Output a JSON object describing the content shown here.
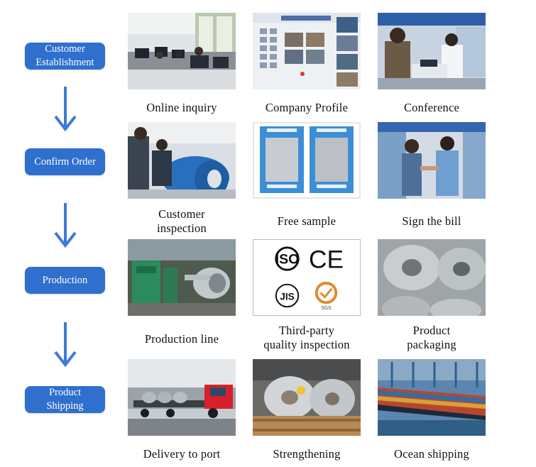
{
  "stages": [
    {
      "label": "Customer\nEstablishment"
    },
    {
      "label": "Confirm Order"
    },
    {
      "label": "Production"
    },
    {
      "label": "Product\nShipping"
    }
  ],
  "steps": [
    {
      "caption": "Online inquiry",
      "icon": "office-photo"
    },
    {
      "caption": "Company Profile",
      "icon": "exhibition-wall-photo"
    },
    {
      "caption": "Conference",
      "icon": "meeting-photo"
    },
    {
      "caption": "Customer\ninspection",
      "icon": "coil-inspection-photo"
    },
    {
      "caption": "Free sample",
      "icon": "sample-sheets-photo"
    },
    {
      "caption": "Sign the bill",
      "icon": "handshake-photo"
    },
    {
      "caption": "Production line",
      "icon": "production-line-photo"
    },
    {
      "caption": "Third-party\nquality inspection",
      "icon": "certification-logos"
    },
    {
      "caption": "Product\npackaging",
      "icon": "steel-coils-photo"
    },
    {
      "caption": "Delivery to port",
      "icon": "truck-photo"
    },
    {
      "caption": "Strengthening",
      "icon": "packed-coils-photo"
    },
    {
      "caption": "Ocean shipping",
      "icon": "container-ship-photo"
    }
  ],
  "certifications": {
    "iso": "ISO",
    "ce": "CE",
    "jis": "JIS",
    "sgs": "SGS"
  },
  "colors": {
    "stage_box": "#2f6fcd",
    "arrow": "#3d7bd8",
    "caption_text": "#111111"
  }
}
